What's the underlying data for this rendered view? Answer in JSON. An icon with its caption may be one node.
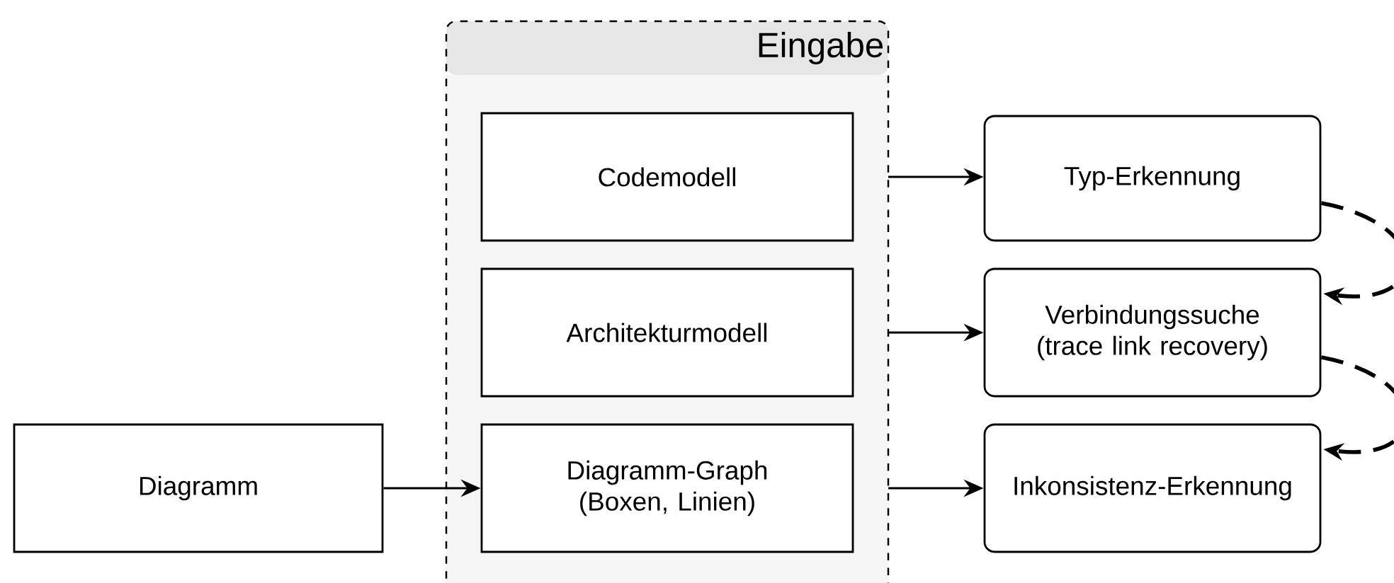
{
  "diagram": {
    "nodes": [
      {
        "text": [
          "Eingabe"
        ]
      },
      {
        "text": [
          "Codemodell"
        ],
        "in": 0
      },
      {
        "text": [
          "Architekturmodell"
        ],
        "in": 0
      },
      {
        "text": [
          "Diagramm-Graph (Boxen, Linien)"
        ],
        "in": 0
      },
      {
        "text": [
          "Diagramm"
        ]
      },
      {
        "text": [
          "Typ-Erkennung"
        ]
      },
      {
        "text": [
          "Verbindungssuche (trace link recovery)"
        ]
      },
      {
        "text": [
          "Inkonsistenz-Erkennung"
        ]
      }
    ],
    "edges": [
      {
        "from": 4,
        "to": 3,
        "arrow": "to"
      },
      {
        "from": 1,
        "to": 5,
        "arrow": "to"
      },
      {
        "from": 2,
        "to": 6,
        "arrow": "to"
      },
      {
        "from": 3,
        "to": 7,
        "arrow": "to"
      },
      {
        "from": 5,
        "to": 6,
        "arrow": "to",
        "style": "dashed"
      },
      {
        "from": 6,
        "to": 7,
        "arrow": "to",
        "style": "dashed"
      }
    ]
  }
}
